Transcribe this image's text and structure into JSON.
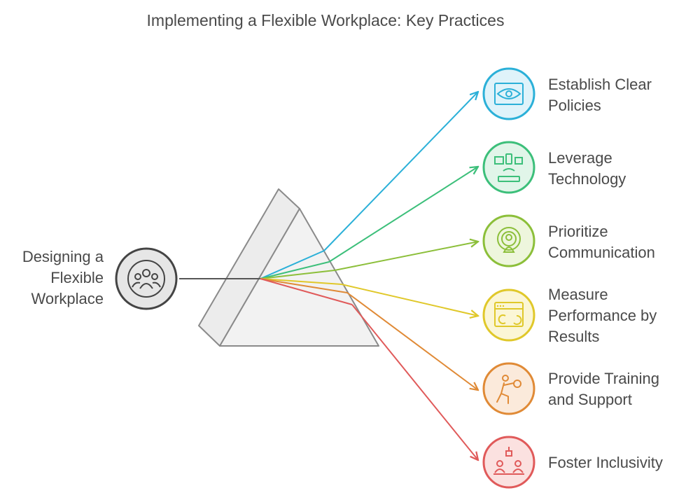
{
  "title": "Implementing a Flexible Workplace: Key Practices",
  "source": {
    "lines": [
      "Designing a",
      "Flexible",
      "Workplace"
    ],
    "icon": "people-group-icon"
  },
  "items": [
    {
      "lines": [
        "Establish Clear",
        "Policies"
      ],
      "color": "#2bb0d8",
      "fill": "#dff3fa",
      "icon": "eye-scan-icon"
    },
    {
      "lines": [
        "Leverage",
        "Technology"
      ],
      "color": "#3cbf7a",
      "fill": "#e1f5e9",
      "icon": "devices-network-icon"
    },
    {
      "lines": [
        "Prioritize",
        "Communication"
      ],
      "color": "#8cbf3a",
      "fill": "#eef6dd",
      "icon": "broadcast-user-icon"
    },
    {
      "lines": [
        "Measure",
        "Performance by",
        "Results"
      ],
      "color": "#e0c82a",
      "fill": "#fbf6d6",
      "icon": "dashboard-window-icon"
    },
    {
      "lines": [
        "Provide Training",
        "and Support"
      ],
      "color": "#e08a36",
      "fill": "#fbeadb",
      "icon": "running-person-icon"
    },
    {
      "lines": [
        "Foster Inclusivity"
      ],
      "color": "#e05a5a",
      "fill": "#fbe1e0",
      "icon": "diverse-team-icon"
    }
  ]
}
